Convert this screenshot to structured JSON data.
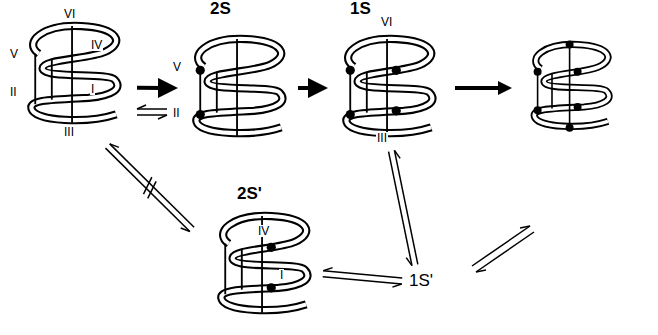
{
  "diagram": {
    "nodes": [
      {
        "text": [
          "VI",
          "V",
          "IV",
          "II",
          "I",
          "III"
        ]
      },
      {
        "text": [
          "2S",
          "V",
          "II"
        ]
      },
      {
        "text": [
          "1S",
          "VI",
          "III"
        ]
      },
      {
        "text": [
          "2S'",
          "IV",
          "I"
        ]
      },
      {
        "text": [
          "1S'"
        ]
      }
    ],
    "edges": [
      {
        "from": 0,
        "to": 1,
        "arrow": "to"
      },
      {
        "from": 0,
        "to": 1,
        "arrow": "both"
      },
      {
        "from": 1,
        "to": 2,
        "arrow": "to"
      },
      {
        "from": 0,
        "to": 3,
        "arrow": "both"
      },
      {
        "from": 2,
        "to": 4,
        "arrow": "both"
      },
      {
        "from": 3,
        "to": 4,
        "arrow": "both"
      }
    ]
  }
}
